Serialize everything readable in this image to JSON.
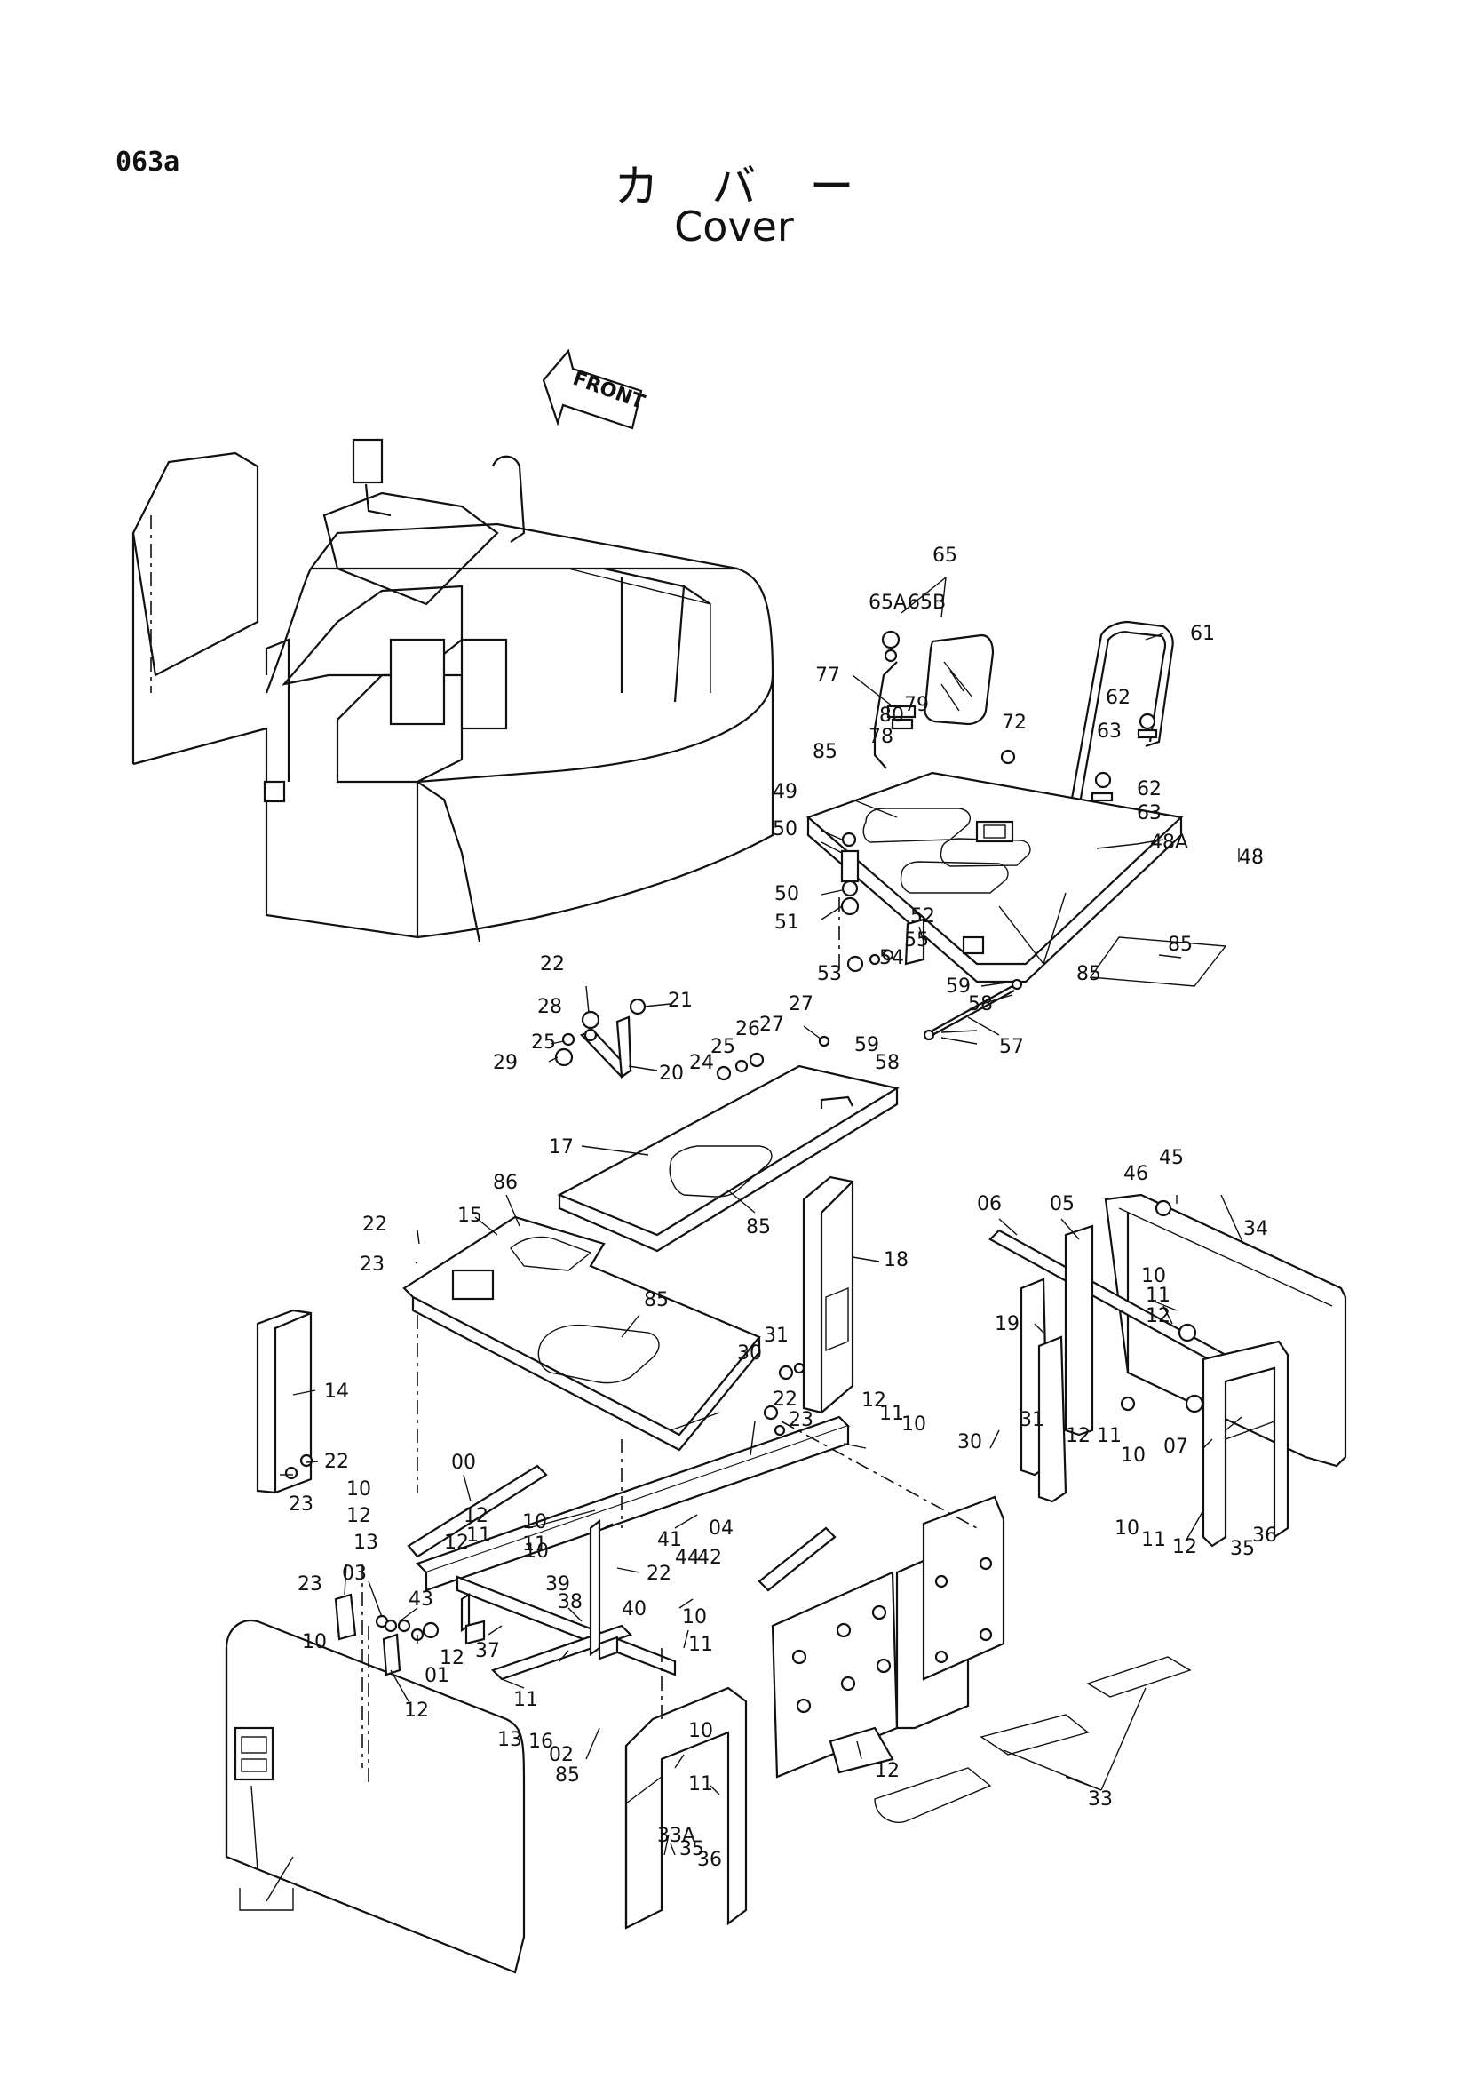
{
  "page": {
    "code": "063a",
    "title_jp": "カバー",
    "title_en": "Cover"
  },
  "front_arrow": "FRONT",
  "callouts": [
    {
      "label": "65"
    },
    {
      "label": "65A"
    },
    {
      "label": "65B"
    },
    {
      "label": "61"
    },
    {
      "label": "77"
    },
    {
      "label": "80"
    },
    {
      "label": "79"
    },
    {
      "label": "72"
    },
    {
      "label": "62"
    },
    {
      "label": "63"
    },
    {
      "label": "62"
    },
    {
      "label": "63"
    },
    {
      "label": "78"
    },
    {
      "label": "85"
    },
    {
      "label": "49"
    },
    {
      "label": "50"
    },
    {
      "label": "48A"
    },
    {
      "label": "48"
    },
    {
      "label": "50"
    },
    {
      "label": "51"
    },
    {
      "label": "52"
    },
    {
      "label": "55"
    },
    {
      "label": "54"
    },
    {
      "label": "53"
    },
    {
      "label": "59"
    },
    {
      "label": "58"
    },
    {
      "label": "85"
    },
    {
      "label": "85"
    },
    {
      "label": "22"
    },
    {
      "label": "28"
    },
    {
      "label": "21"
    },
    {
      "label": "25"
    },
    {
      "label": "29"
    },
    {
      "label": "20"
    },
    {
      "label": "27"
    },
    {
      "label": "26"
    },
    {
      "label": "25"
    },
    {
      "label": "27"
    },
    {
      "label": "24"
    },
    {
      "label": "59"
    },
    {
      "label": "58"
    },
    {
      "label": "57"
    },
    {
      "label": "17"
    },
    {
      "label": "85"
    },
    {
      "label": "86"
    },
    {
      "label": "15"
    },
    {
      "label": "22"
    },
    {
      "label": "23"
    },
    {
      "label": "18"
    },
    {
      "label": "06"
    },
    {
      "label": "05"
    },
    {
      "label": "46"
    },
    {
      "label": "45"
    },
    {
      "label": "34"
    },
    {
      "label": "85"
    },
    {
      "label": "19"
    },
    {
      "label": "10"
    },
    {
      "label": "11"
    },
    {
      "label": "12"
    },
    {
      "label": "14"
    },
    {
      "label": "31"
    },
    {
      "label": "30"
    },
    {
      "label": "22"
    },
    {
      "label": "23"
    },
    {
      "label": "12"
    },
    {
      "label": "11"
    },
    {
      "label": "10"
    },
    {
      "label": "31"
    },
    {
      "label": "30"
    },
    {
      "label": "12"
    },
    {
      "label": "11"
    },
    {
      "label": "10"
    },
    {
      "label": "07"
    },
    {
      "label": "22"
    },
    {
      "label": "23"
    },
    {
      "label": "00"
    },
    {
      "label": "04"
    },
    {
      "label": "10"
    },
    {
      "label": "12"
    },
    {
      "label": "10"
    },
    {
      "label": "11"
    },
    {
      "label": "12"
    },
    {
      "label": "13"
    },
    {
      "label": "12"
    },
    {
      "label": "11"
    },
    {
      "label": "10"
    },
    {
      "label": "10"
    },
    {
      "label": "11"
    },
    {
      "label": "12"
    },
    {
      "label": "35"
    },
    {
      "label": "36"
    },
    {
      "label": "41"
    },
    {
      "label": "44"
    },
    {
      "label": "42"
    },
    {
      "label": "22"
    },
    {
      "label": "23"
    },
    {
      "label": "03"
    },
    {
      "label": "43"
    },
    {
      "label": "39"
    },
    {
      "label": "38"
    },
    {
      "label": "40"
    },
    {
      "label": "10"
    },
    {
      "label": "12"
    },
    {
      "label": "37"
    },
    {
      "label": "01"
    },
    {
      "label": "10"
    },
    {
      "label": "11"
    },
    {
      "label": "12"
    },
    {
      "label": "11"
    },
    {
      "label": "13"
    },
    {
      "label": "16"
    },
    {
      "label": "02"
    },
    {
      "label": "10"
    },
    {
      "label": "11"
    },
    {
      "label": "12"
    },
    {
      "label": "85"
    },
    {
      "label": "33A"
    },
    {
      "label": "35"
    },
    {
      "label": "36"
    },
    {
      "label": "33"
    }
  ]
}
